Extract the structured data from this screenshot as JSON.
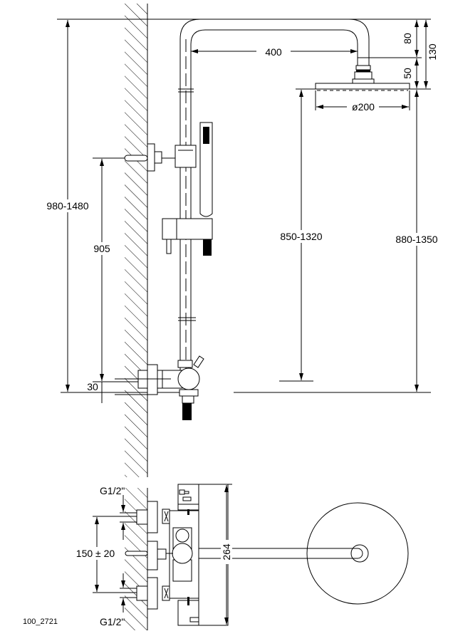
{
  "drawing_id": "100_2721",
  "dimensions": {
    "arm_length": "400",
    "top_80": "80",
    "top_130": "130",
    "top_50": "50",
    "head_diameter": "ø200",
    "overall_height": "980-1480",
    "mixer_height": "905",
    "bottom_offset": "30",
    "head_height_a": "850-1320",
    "head_height_b": "880-1350",
    "connection_spacing": "150 ± 20",
    "body_height": "264",
    "thread_top": "G1/2\"",
    "thread_bottom": "G1/2\""
  },
  "colors": {
    "line": "#000000",
    "background": "#ffffff"
  }
}
